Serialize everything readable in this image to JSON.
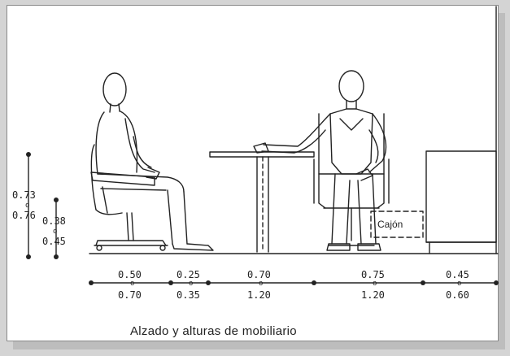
{
  "caption": "Alzado y alturas de mobiliario",
  "drawer_label": "Cajón",
  "vertical_dims": [
    {
      "top": "0.73",
      "sep": "o",
      "bottom": "0.76"
    },
    {
      "top": "0.38",
      "sep": "o",
      "bottom": "0.45"
    }
  ],
  "horizontal_dims": [
    {
      "top": "0.50",
      "sep": "o",
      "bottom": "0.70"
    },
    {
      "top": "0.25",
      "sep": "o",
      "bottom": "0.35"
    },
    {
      "top": "0.70",
      "sep": "o",
      "bottom": "1.20"
    },
    {
      "top": "0.75",
      "sep": "o",
      "bottom": "1.20"
    },
    {
      "top": "0.45",
      "sep": "o",
      "bottom": "0.60"
    }
  ],
  "colors": {
    "ink": "#222222",
    "paper": "#ffffff",
    "shadow": "#bdbdbd"
  }
}
